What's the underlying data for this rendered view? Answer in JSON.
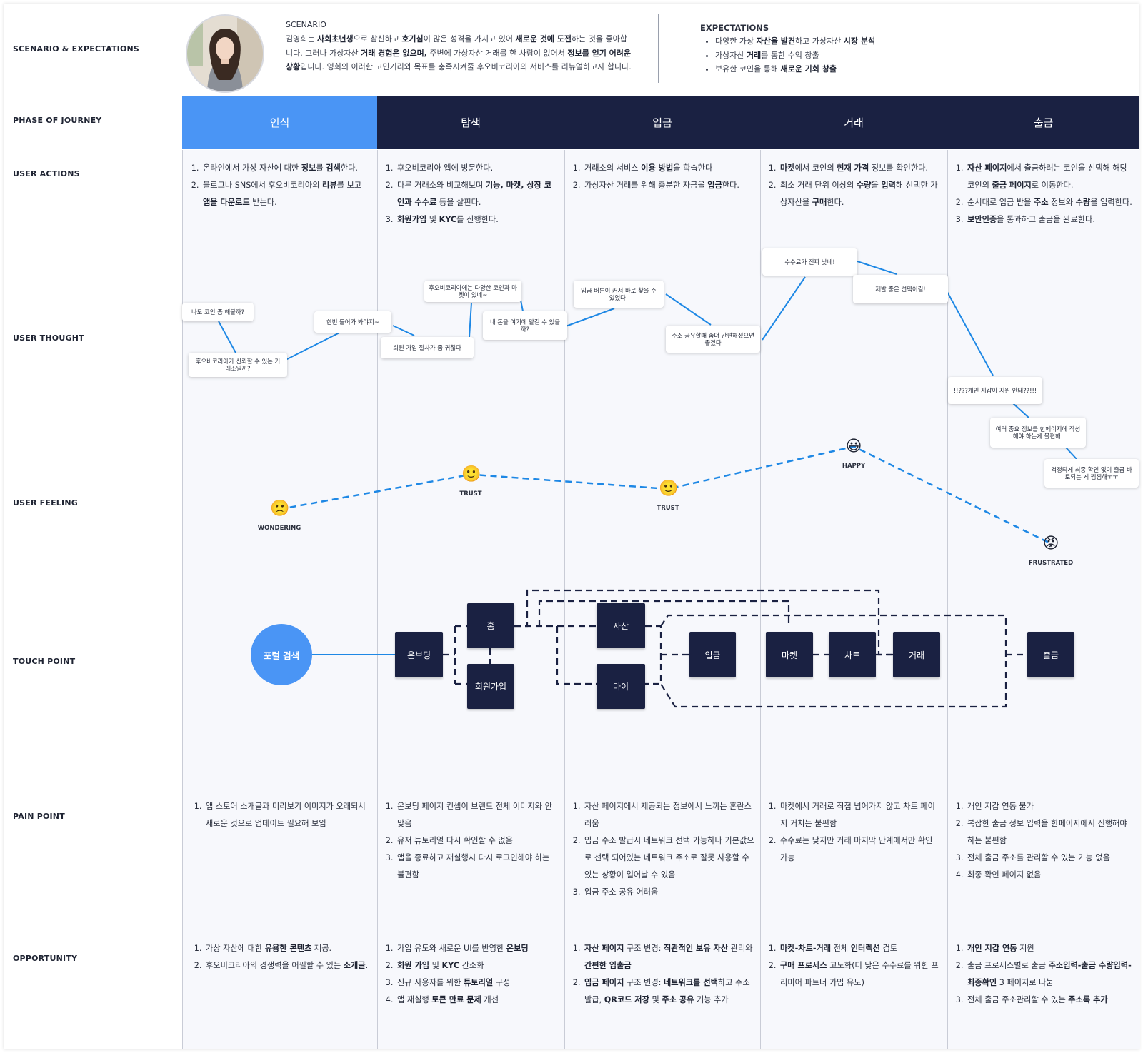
{
  "labels": {
    "scenario_expectations": "SCENARIO & EXPECTATIONS",
    "phase": "PHASE OF JOURNEY",
    "user_actions": "USER ACTIONS",
    "user_thought": "USER THOUGHT",
    "user_feeling": "USER FEELING",
    "touch_point": "TOUCH POINT",
    "pain_point": "PAIN POINT",
    "opportunity": "OPPORTUNITY"
  },
  "scenario": {
    "title": "SCENARIO",
    "text_html": "김영희는 <b>사회초년생</b>으로 참신하고 <b>호기심</b>이 많은 성격을 가지고 있어 <b>새로운 것에 도전</b>하는 것을 좋아합니다. 그러나 가상자산 <b>거래 경험은 없으며,</b> 주변에 가상자산 거래를 한 사람이 없어서 <b>정보를 얻기 어려운 상황</b>입니다. 영희의 이러한 고민거리와 목표를 충족시켜줄 후오비코리아의 서비스를 리뉴얼하고자 합니다."
  },
  "expectations": {
    "title": "EXPECTATIONS",
    "items_html": [
      "다양한 가상 <b>자산을 발견</b>하고 가상자산 <b>시장 분석</b>",
      "가상자산 <b>거래</b>를 통한 수익 창출",
      "보유한 코인을 통해 <b>새로운 기회 창출</b>"
    ]
  },
  "phases": [
    "인식",
    "탐색",
    "입금",
    "거래",
    "출금"
  ],
  "colors": {
    "phase_active": "#4a95f5",
    "phase_dark": "#1a2142",
    "line": "#1e88e5",
    "node": "#1a2142"
  },
  "user_actions": [
    [
      "온라인에서 가상 자산에 대한 <b>정보</b>를 <b>검색</b>한다.",
      "블로그나 SNS에서 후오비코리아의 <b>리뷰</b>를 보고 <b>앱을 다운로드</b> 받는다."
    ],
    [
      "후오비코리아 앱에 방문한다.",
      "다른 거래소와 비교해보며 <b>기능, 마켓, 상장 코인과 수수료</b> 등을 살핀다.",
      "<b>회원가입</b> 및 <b>KYC</b>를 진행한다."
    ],
    [
      "거래소의 서비스 <b>이용 방법</b>을 학습한다",
      "가상자산 거래를 위해 충분한 자금을 <b>입금</b>한다."
    ],
    [
      "<b>마켓</b>에서 코인의 <b>현재 가격</b> 정보를 확인한다.",
      "최소 거래 단위 이상의 <b>수량</b>을 <b>입력</b>해 선택한 가상자산을 <b>구매</b>한다."
    ],
    [
      "<b>자산 페이지</b>에서 출금하려는 코인을 선택해 해당 코인의 <b>출금 페이지</b>로 이동한다.",
      "순서대로 입금 받을 <b>주소</b> 정보와 <b>수량</b>을 입력한다.",
      "<b>보안인증</b>을 통과하고 출금을 완료한다."
    ]
  ],
  "thoughts": [
    "나도 코인 좀 해볼까?",
    "후오비코리아가 신뢰할 수 있는 거래소일까?",
    "한번 들어가 봐야지~",
    "회원 가입 절차가 좀 귀찮다",
    "후오비코리아에는 다양한 코인과 마켓이 있네~",
    "내 돈을 여기에 맡길 수 있을까?",
    "입금 버튼이 커서 바로 찾을 수 있었다!",
    "주소 공유할때 좀더 간편해졌으면 좋겠다",
    "수수료가 진짜 낮네!",
    "제발 좋은 선택이길!",
    "!!???개인 지갑이 지원 안돼??!!!",
    "여러 중요 정보를 한페이지에 작성해야 하는게 불편해!",
    "걱정되게 최종 확인 없이 출금 바로되는 게 찝찝해ㅜㅜ"
  ],
  "feelings": [
    {
      "label": "WONDERING",
      "emoji": "🙁",
      "level": 0.38
    },
    {
      "label": "TRUST",
      "emoji": "🙂",
      "level": 0.62
    },
    {
      "label": "TRUST",
      "emoji": "🙂",
      "level": 0.5
    },
    {
      "label": "HAPPY",
      "emoji": "😃",
      "level": 0.85
    },
    {
      "label": "FRUSTRATED",
      "emoji": "😡",
      "level": 0.05
    }
  ],
  "touch_points": {
    "portal": "포털 검색",
    "onboarding": "온보딩",
    "home": "홈",
    "signup": "회원가입",
    "asset": "자산",
    "my": "마이",
    "deposit": "입금",
    "market": "마켓",
    "chart": "차트",
    "trade": "거래",
    "withdraw": "출금"
  },
  "pain_points": [
    [
      "앱 스토어 소개글과 미리보기 이미지가 오래되서 새로운 것으로 업데이트 필요해 보임"
    ],
    [
      "온보딩 페이지 컨셉이 브랜드 전체 이미지와 안 맞음",
      "유저 튜토리얼 다시 확인할 수 없음",
      "앱을 종료하고 재실행시 다시 로그인해야 하는 불편함"
    ],
    [
      "자산 페이지에서 제공되는 정보에서 느끼는 혼란스러움",
      "입금 주소 발급시 네트워크 선택 가능하나 기본값으로 선택 되어있는 네트워크 주소로 잘못 사용할 수 있는 상황이 일어날 수 있음",
      "입금 주소 공유 어려움"
    ],
    [
      "마켓에서 거래로 직접 넘어가지 않고 차트 페이지 거치는 불편함",
      "수수료는 낮지만 거래 마지막 단계에서만 확인 가능"
    ],
    [
      "개인 지갑 연동 불가",
      "복잡한 출금 정보 입력을 한페이지에서 진행해야 하는 불편함",
      "전체 출금 주소를 관리할 수 있는 기능 없음",
      "최종 확인 페이지 없음"
    ]
  ],
  "opportunities": [
    [
      "가상 자산에 대한 <b>유용한 콘텐츠</b> 제공.",
      "후오비코리아의 경쟁력을 어필할 수 있는 <b>소개글</b>."
    ],
    [
      "가입 유도와 새로운 UI를 반영한 <b>온보딩</b>",
      "<b>회원 가입</b> 및 <b>KYC</b> 간소화",
      "신규 사용자를 위한 <b>튜토리얼</b> 구성",
      "앱 재실행 <b>토큰 만료 문제</b> 개선"
    ],
    [
      "<b>자산 페이지</b> 구조 변경: <b>직관적인 보유 자산</b> 관리와 <b>간편한 입출금</b>",
      "<b>입금 페이지</b> 구조 변경: <b>네트워크를 선택</b>하고 주소 발급, <b>QR코드 저장</b> 및 <b>주소 공유</b> 기능 추가"
    ],
    [
      "<b>마켓-차트-거래</b> 전체 <b>인터렉션</b> 검토",
      "<b>구매 프로세스</b> 고도화(더 낮은 수수료를 위한 프리미어 파트너 가입 유도)"
    ],
    [
      "<b>개인 지갑 연동</b> 지원",
      "출금 프로세스별로 출금 <b>주소입력-출금 수량입력- 최종확인</b> 3 페이지로 나눔",
      "전체 출금 주소관리할 수 있는 <b>주소록 추가</b>"
    ]
  ]
}
